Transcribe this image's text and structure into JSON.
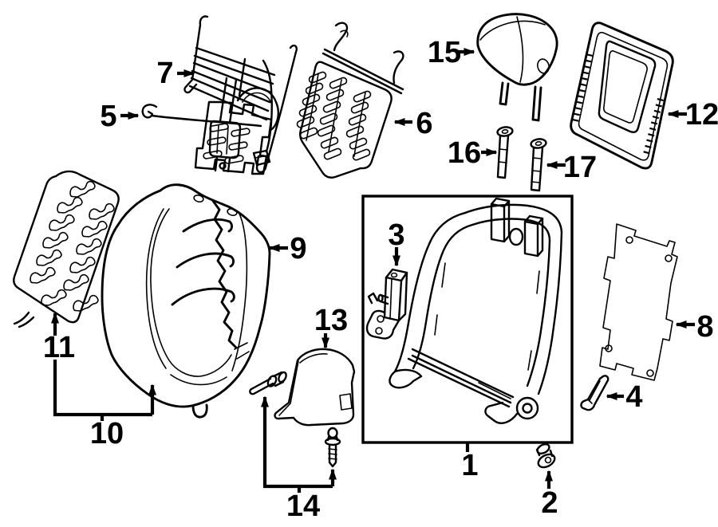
{
  "diagram": {
    "colors": {
      "background": "#ffffff",
      "line": "#000000"
    },
    "callouts": [
      {
        "label": "1"
      },
      {
        "label": "2"
      },
      {
        "label": "3"
      },
      {
        "label": "4"
      },
      {
        "label": "5"
      },
      {
        "label": "6"
      },
      {
        "label": "7"
      },
      {
        "label": "8"
      },
      {
        "label": "9"
      },
      {
        "label": "10"
      },
      {
        "label": "11"
      },
      {
        "label": "12"
      },
      {
        "label": "13"
      },
      {
        "label": "14"
      },
      {
        "label": "15"
      },
      {
        "label": "16"
      },
      {
        "label": "17"
      }
    ]
  }
}
